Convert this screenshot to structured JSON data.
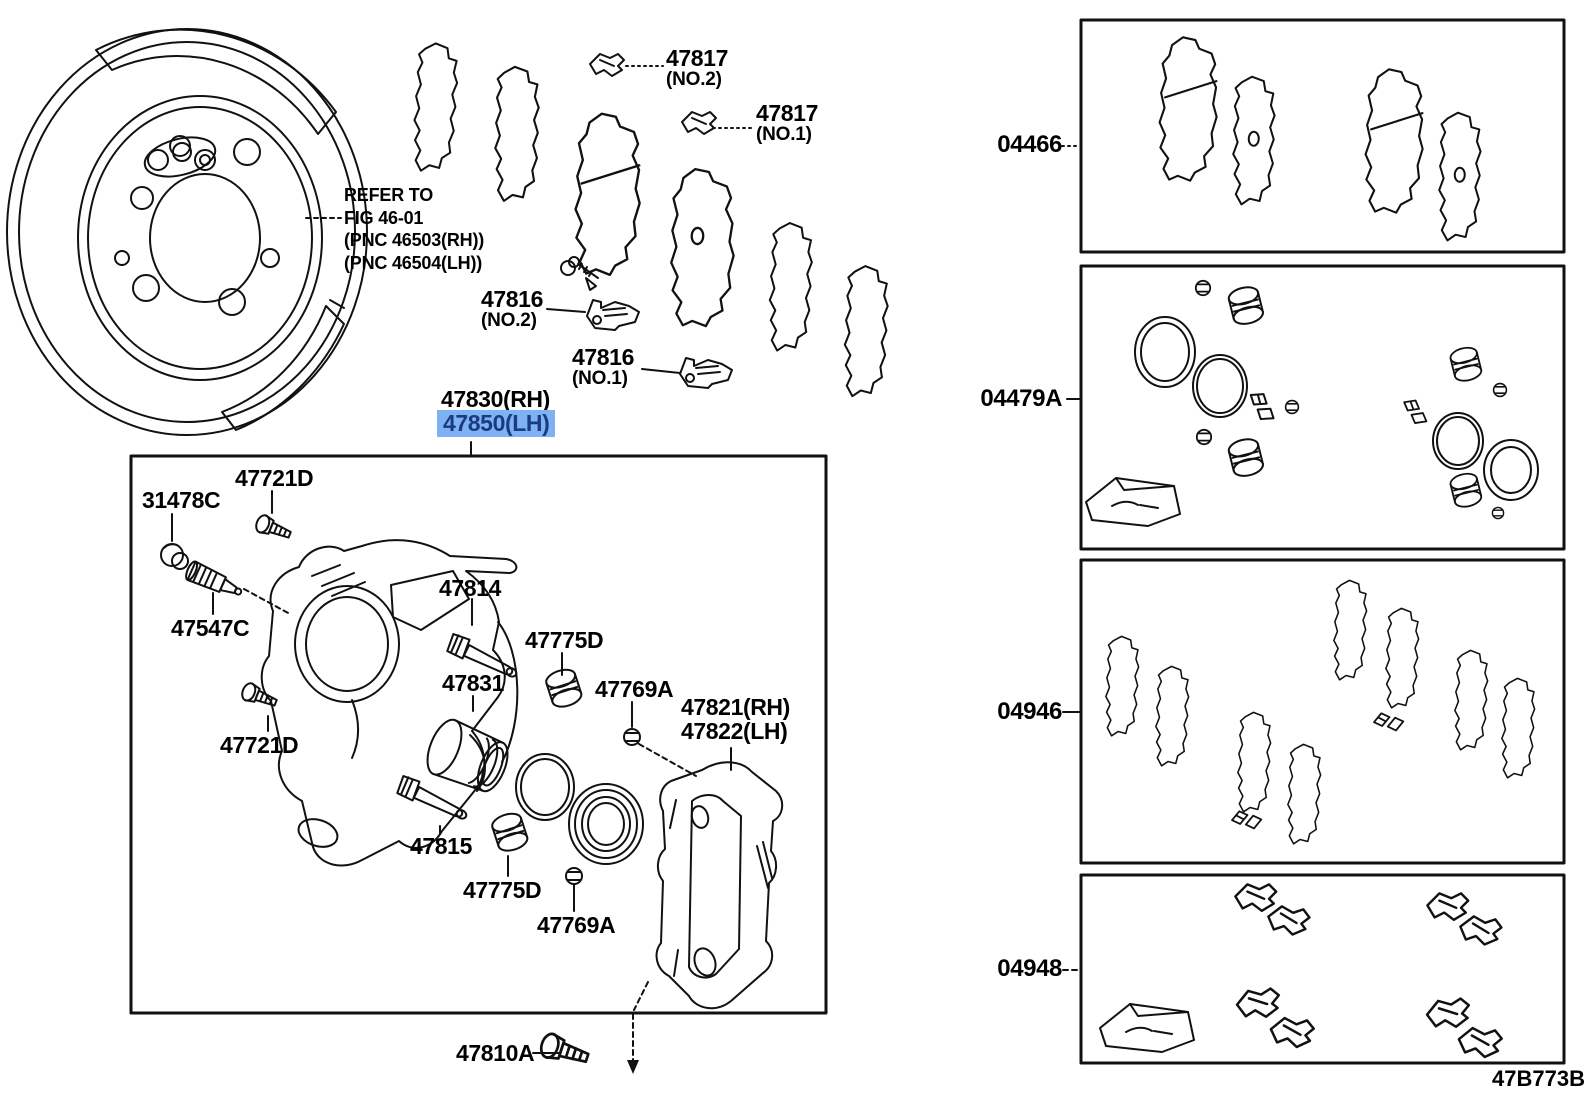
{
  "figure": {
    "code": "47B773B"
  },
  "note": {
    "l1": "REFER TO",
    "l2": "FIG 46-01",
    "l3": "(PNC 46503(RH))",
    "l4": "(PNC 46504(LH))"
  },
  "colors": {
    "highlight_bg": "#7EB2F4",
    "highlight_text": "#1A3C7E",
    "line": "#111111"
  },
  "callouts": {
    "c47817n2": {
      "num": "47817",
      "sub": "(NO.2)"
    },
    "c47817n1": {
      "num": "47817",
      "sub": "(NO.1)"
    },
    "c47816n2": {
      "num": "47816",
      "sub": "(NO.2)"
    },
    "c47816n1": {
      "num": "47816",
      "sub": "(NO.1)"
    },
    "c47830": {
      "num": "47830(RH)"
    },
    "c47850": {
      "num": "47850(LH)"
    },
    "c31478C": {
      "num": "31478C"
    },
    "c47721Da": {
      "num": "47721D"
    },
    "c47547C": {
      "num": "47547C"
    },
    "c47721Db": {
      "num": "47721D"
    },
    "c47814": {
      "num": "47814"
    },
    "c47775Da": {
      "num": "47775D"
    },
    "c47831": {
      "num": "47831"
    },
    "c47769Aa": {
      "num": "47769A"
    },
    "c47821": {
      "num": "47821(RH)"
    },
    "c47822": {
      "num": "47822(LH)"
    },
    "c47815": {
      "num": "47815"
    },
    "c47775Db": {
      "num": "47775D"
    },
    "c47769Ab": {
      "num": "47769A"
    },
    "c47810A": {
      "num": "47810A"
    }
  },
  "kits": {
    "k04466": "04466",
    "k04479A": "04479A",
    "k04946": "04946",
    "k04948": "04948"
  }
}
